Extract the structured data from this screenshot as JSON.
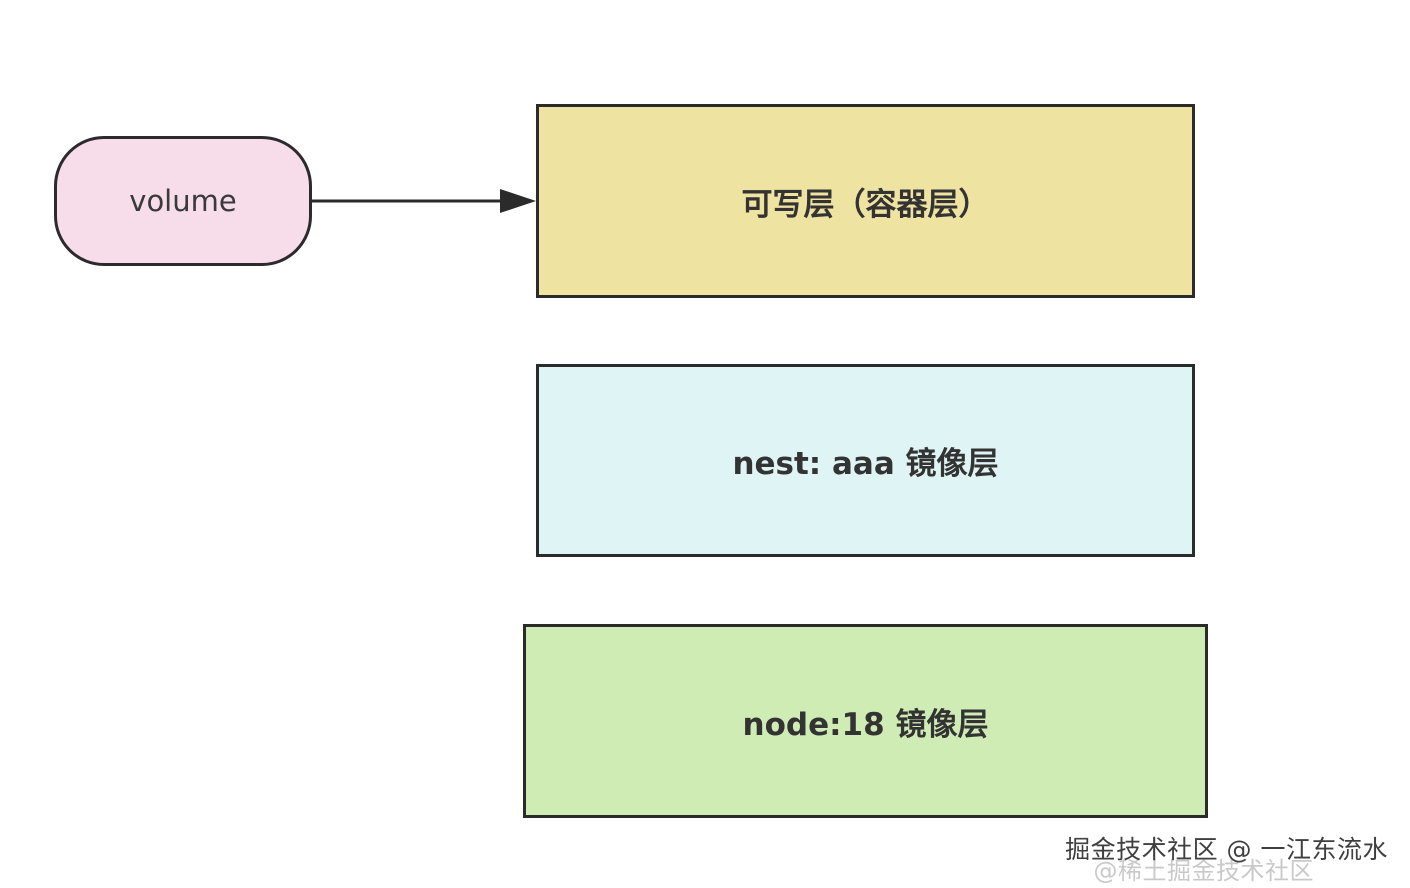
{
  "diagram": {
    "volume_label": "volume",
    "layers": [
      {
        "label": "可写层（容器层）",
        "color": "#efe3a2"
      },
      {
        "label": "nest: aaa 镜像层",
        "color": "#dff4f4"
      },
      {
        "label": "node:18 镜像层",
        "color": "#cfecb4"
      }
    ],
    "volume_color": "#f7dcea",
    "edge_color": "#2b2b2b"
  },
  "watermark": {
    "text": "掘金技术社区 @ 一江东流水",
    "shadow_text": "@稀土掘金技术社区"
  }
}
